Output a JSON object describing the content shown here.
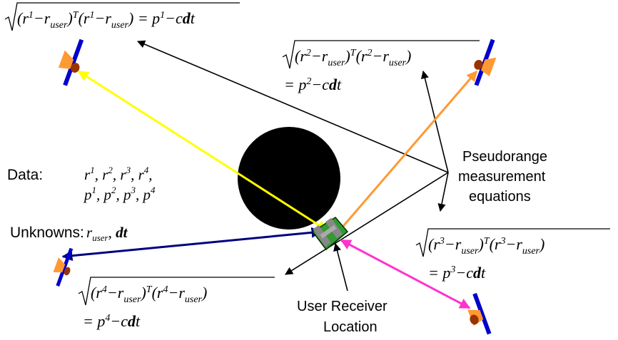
{
  "colors": {
    "sat1_link": "#ffff00",
    "sat2_link": "#ff9933",
    "sat3_link": "#ff33cc",
    "sat4_link": "#000080",
    "earth": "#000000",
    "receiver_body": "#339933",
    "satellite_panel": "#0000cc",
    "satellite_body": "#ff9933"
  },
  "icons": [
    "satellite-icon",
    "receiver-icon",
    "earth-icon"
  ],
  "equations": {
    "eq1": {
      "r": "r",
      "sup": "1",
      "user": "user",
      "T": "T",
      "p": "p",
      "c": "c",
      "d": "d",
      "t": "t"
    },
    "eq2": {
      "r": "r",
      "sup": "2",
      "user": "user",
      "T": "T",
      "p": "p",
      "c": "c",
      "d": "d",
      "t": "t"
    },
    "eq3": {
      "r": "r",
      "sup": "3",
      "user": "user",
      "T": "T",
      "p": "p",
      "c": "c",
      "d": "d",
      "t": "t"
    },
    "eq4": {
      "r": "r",
      "sup": "4",
      "user": "user",
      "T": "T",
      "p": "p",
      "c": "c",
      "d": "d",
      "t": "t"
    }
  },
  "data_label": "Data:",
  "data_line1": {
    "r": "r",
    "s1": "1",
    "s2": "2",
    "s3": "3",
    "s4": "4"
  },
  "data_line2": {
    "p": "p",
    "s1": "1",
    "s2": "2",
    "s3": "3",
    "s4": "4"
  },
  "unknowns": {
    "label": "Unknowns:",
    "r": "r",
    "user": "user",
    "d": "d",
    "t": "t"
  },
  "pseudorange_label": [
    "Pseudorange",
    "measurement",
    "equations"
  ],
  "receiver_label": [
    "User Receiver",
    "Location"
  ]
}
